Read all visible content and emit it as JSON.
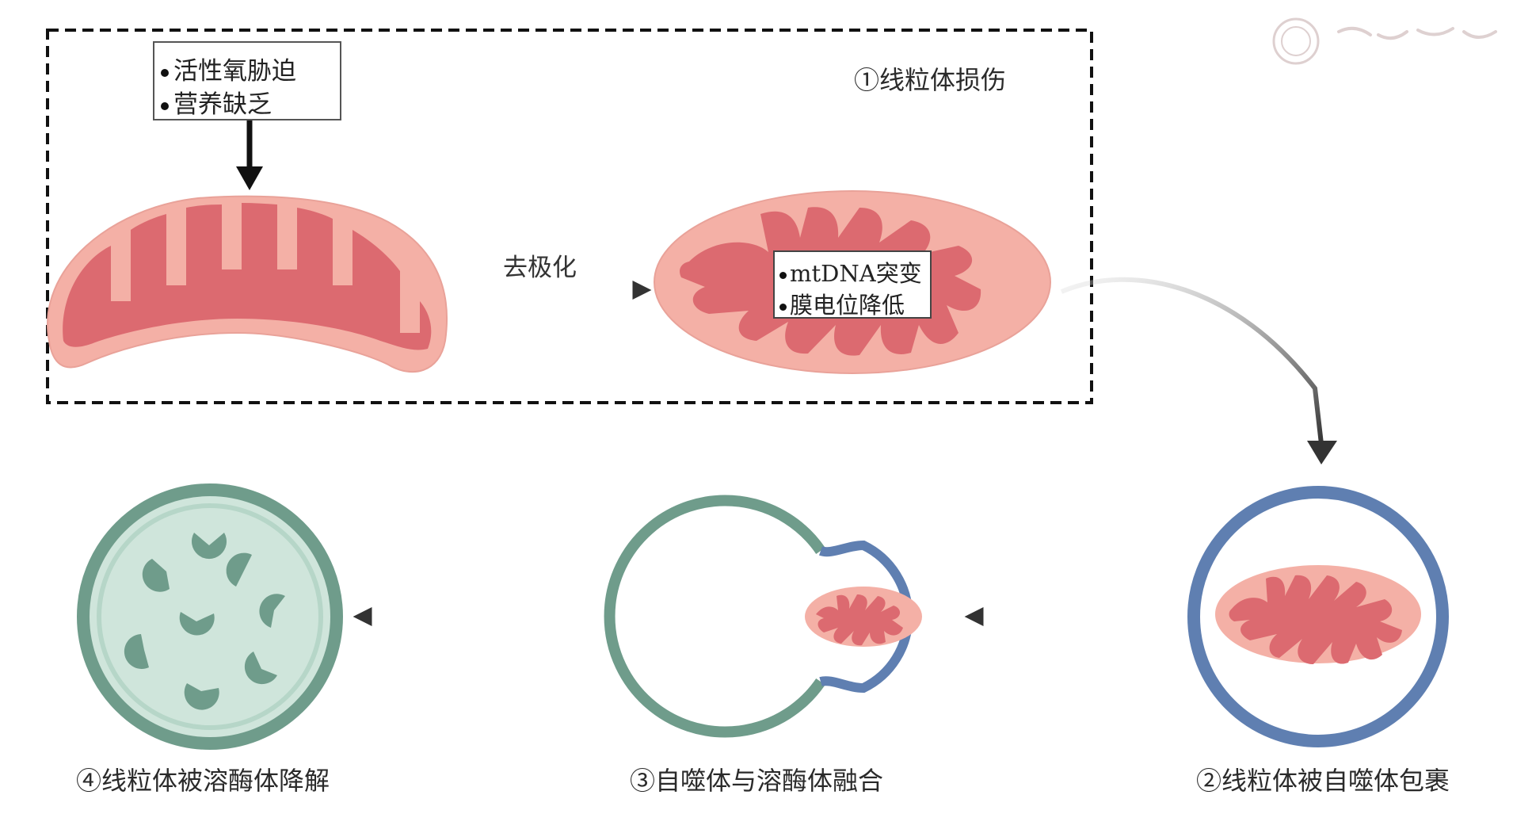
{
  "triggers": [
    "活性氧胁迫",
    "营养缺乏"
  ],
  "arrow_label": "去极化",
  "damage_markers": [
    "mtDNA突变",
    "膜电位降低"
  ],
  "stages": {
    "stage1": "①线粒体损伤",
    "stage2": "②线粒体被自噬体包裹",
    "stage3": "③自噬体与溶酶体融合",
    "stage4": "④线粒体被溶酶体降解"
  },
  "colors": {
    "mito_outer": "#f4b0a6",
    "mito_inner": "#dc6a70",
    "autophagosome": "#5f7fb1",
    "lysosome": "#6f9c8b",
    "lysosome_fill": "#cfe5db",
    "arrow": "#333333"
  },
  "icons": [
    "seal-watermark"
  ]
}
